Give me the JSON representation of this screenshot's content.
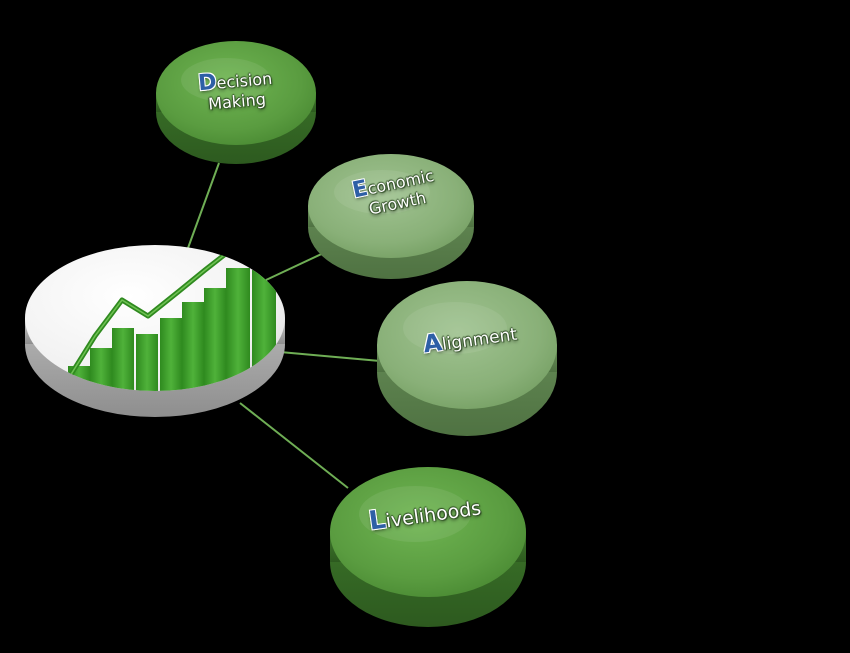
{
  "diagram": {
    "nodes": [
      {
        "id": "decision",
        "initial": "D",
        "lines": [
          "ecision",
          "Making"
        ],
        "fill": "#5ea044"
      },
      {
        "id": "economic",
        "initial": "E",
        "lines": [
          "conomic",
          "Growth"
        ],
        "fill": "#8ab27a"
      },
      {
        "id": "alignment",
        "initial": "A",
        "lines": [
          "lignment"
        ],
        "fill": "#8ab27a"
      },
      {
        "id": "livelihoods",
        "initial": "L",
        "lines": [
          "ivelihoods"
        ],
        "fill": "#5ea044"
      }
    ],
    "hub": {
      "icon": "growth-bar-chart-icon",
      "bar_color": "#3f9a2a",
      "disk_color": "#ffffff"
    },
    "connector_color": "#6fae55",
    "initial_color": "#2e5fa6",
    "background": "#000000"
  }
}
